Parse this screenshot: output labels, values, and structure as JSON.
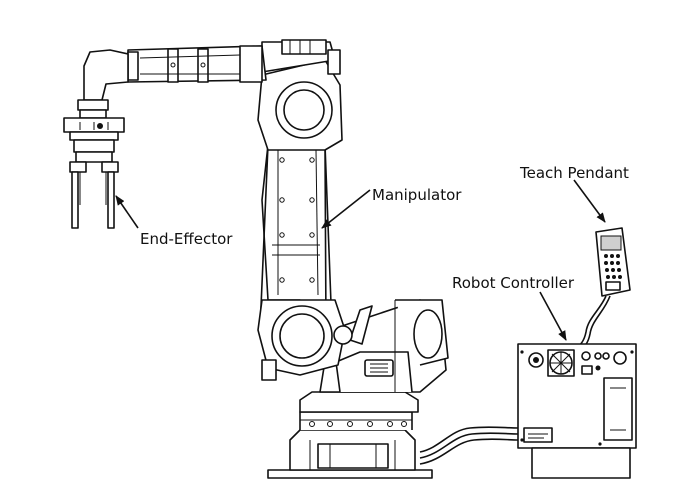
{
  "labels": {
    "end_effector": "End-Effector",
    "manipulator": "Manipulator",
    "teach_pendant": "Teach Pendant",
    "robot_controller": "Robot Controller"
  },
  "colors": {
    "line": "#111111",
    "background": "#ffffff"
  }
}
